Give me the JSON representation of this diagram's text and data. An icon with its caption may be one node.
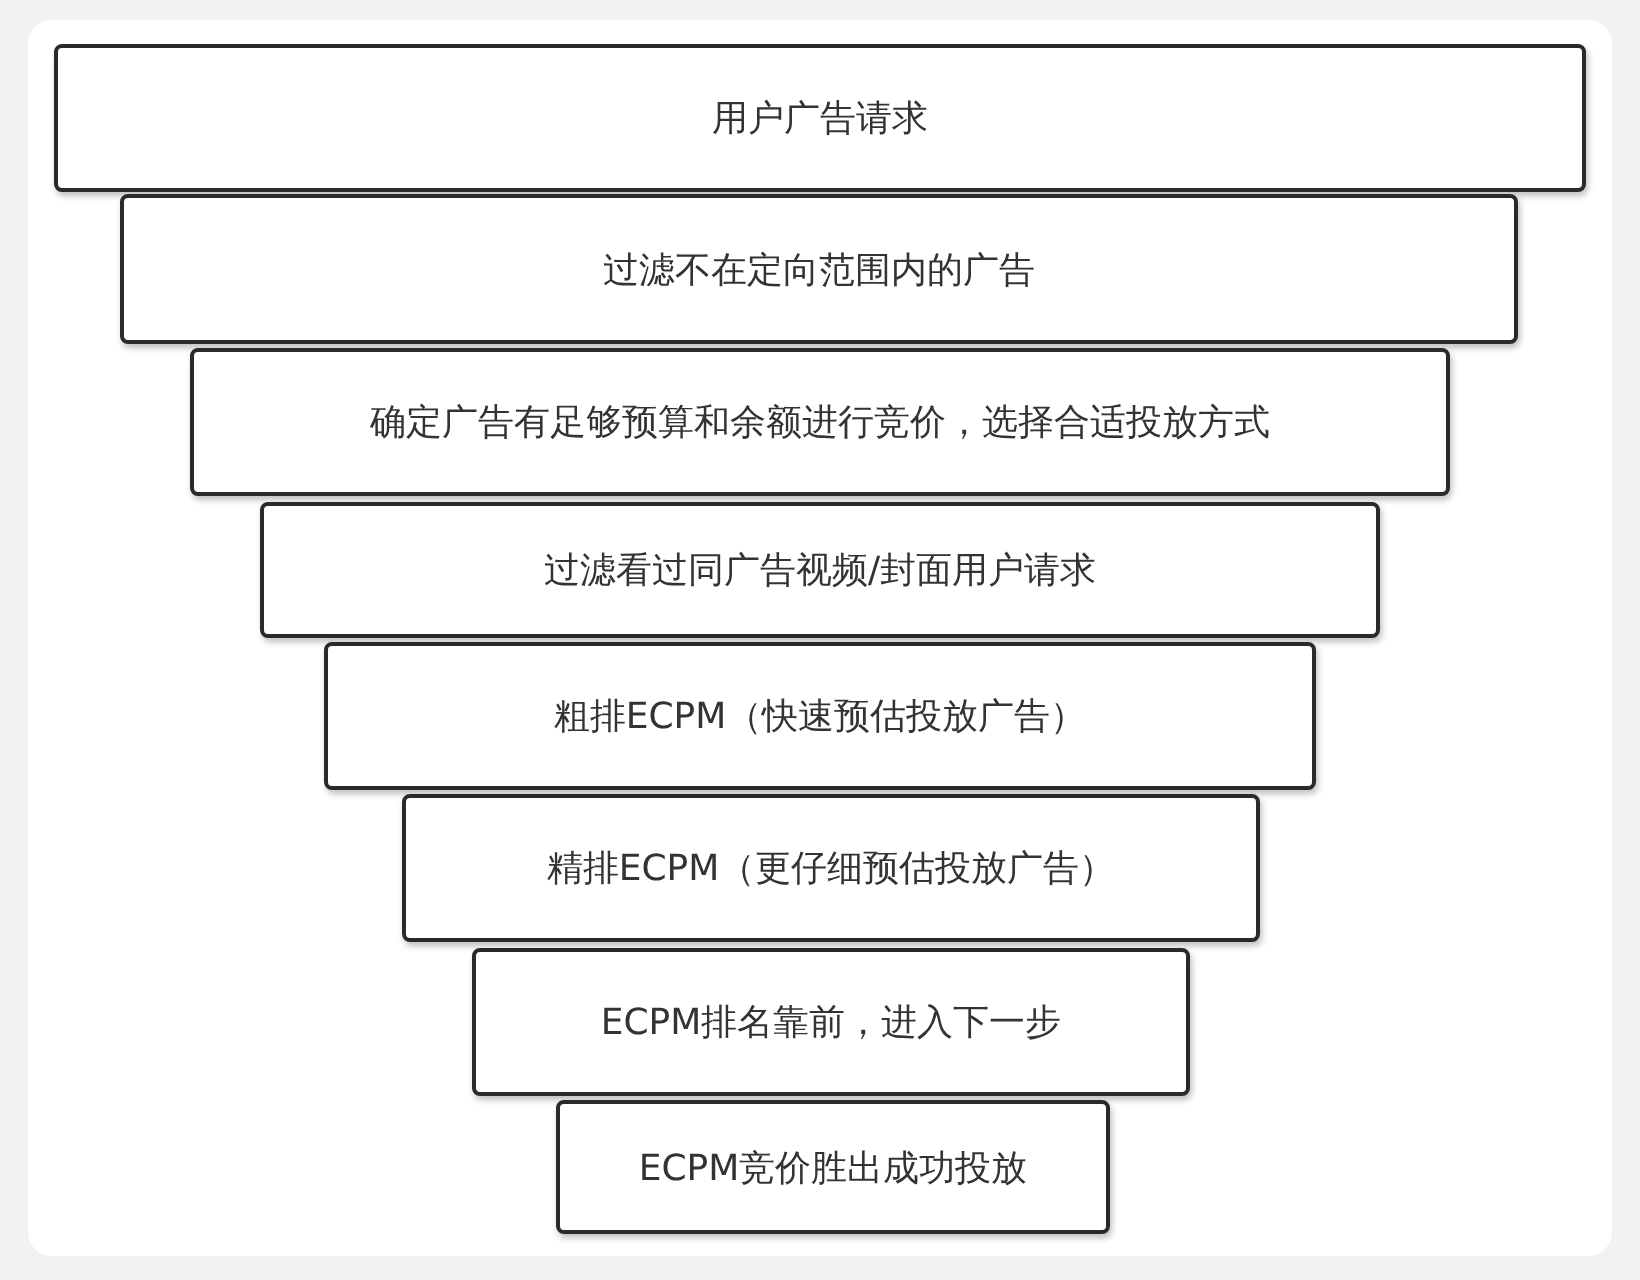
{
  "diagram": {
    "nodes": [
      {
        "text": [
          "用户广告请求"
        ]
      },
      {
        "text": [
          "过滤不在定向范围内的广告"
        ]
      },
      {
        "text": [
          "确定广告有足够预算和余额进行竞价，选择合适投放方式"
        ]
      },
      {
        "text": [
          "过滤看过同广告视频/封面用户请求"
        ]
      },
      {
        "text": [
          "粗排ECPM（快速预估投放广告）"
        ]
      },
      {
        "text": [
          "精排ECPM（更仔细预估投放广告）"
        ]
      },
      {
        "text": [
          "ECPM排名靠前，进入下一步"
        ]
      },
      {
        "text": [
          "ECPM竞价胜出成功投放"
        ]
      }
    ]
  }
}
